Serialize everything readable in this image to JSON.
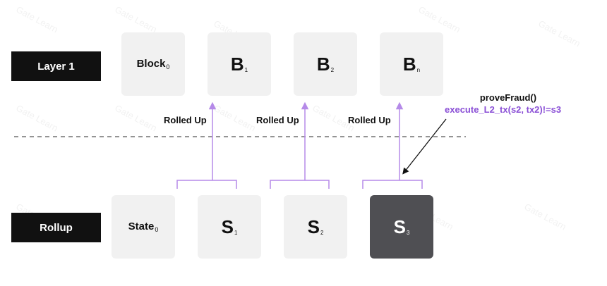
{
  "rows": {
    "layer1": "Layer 1",
    "rollup": "Rollup"
  },
  "layer1_blocks": [
    {
      "main": "Block",
      "sub": "0"
    },
    {
      "main": "B",
      "sub": "1"
    },
    {
      "main": "B",
      "sub": "2"
    },
    {
      "main": "B",
      "sub": "n"
    }
  ],
  "rollup_states": [
    {
      "main": "State",
      "sub": "0"
    },
    {
      "main": "S",
      "sub": "1"
    },
    {
      "main": "S",
      "sub": "2"
    },
    {
      "main": "S",
      "sub": "3"
    }
  ],
  "rolled_up_label": "Rolled Up",
  "annotation": {
    "call": "proveFraud()",
    "check": "execute_L2_tx(s2, tx2)!=s3"
  },
  "watermark": "Gate Learn",
  "colors": {
    "accent": "#b58ae8",
    "highlight_text": "#8a4fd6",
    "label_bg": "#111111",
    "card_bg": "#f1f1f1",
    "fraud_state_bg": "#4f4f53"
  }
}
